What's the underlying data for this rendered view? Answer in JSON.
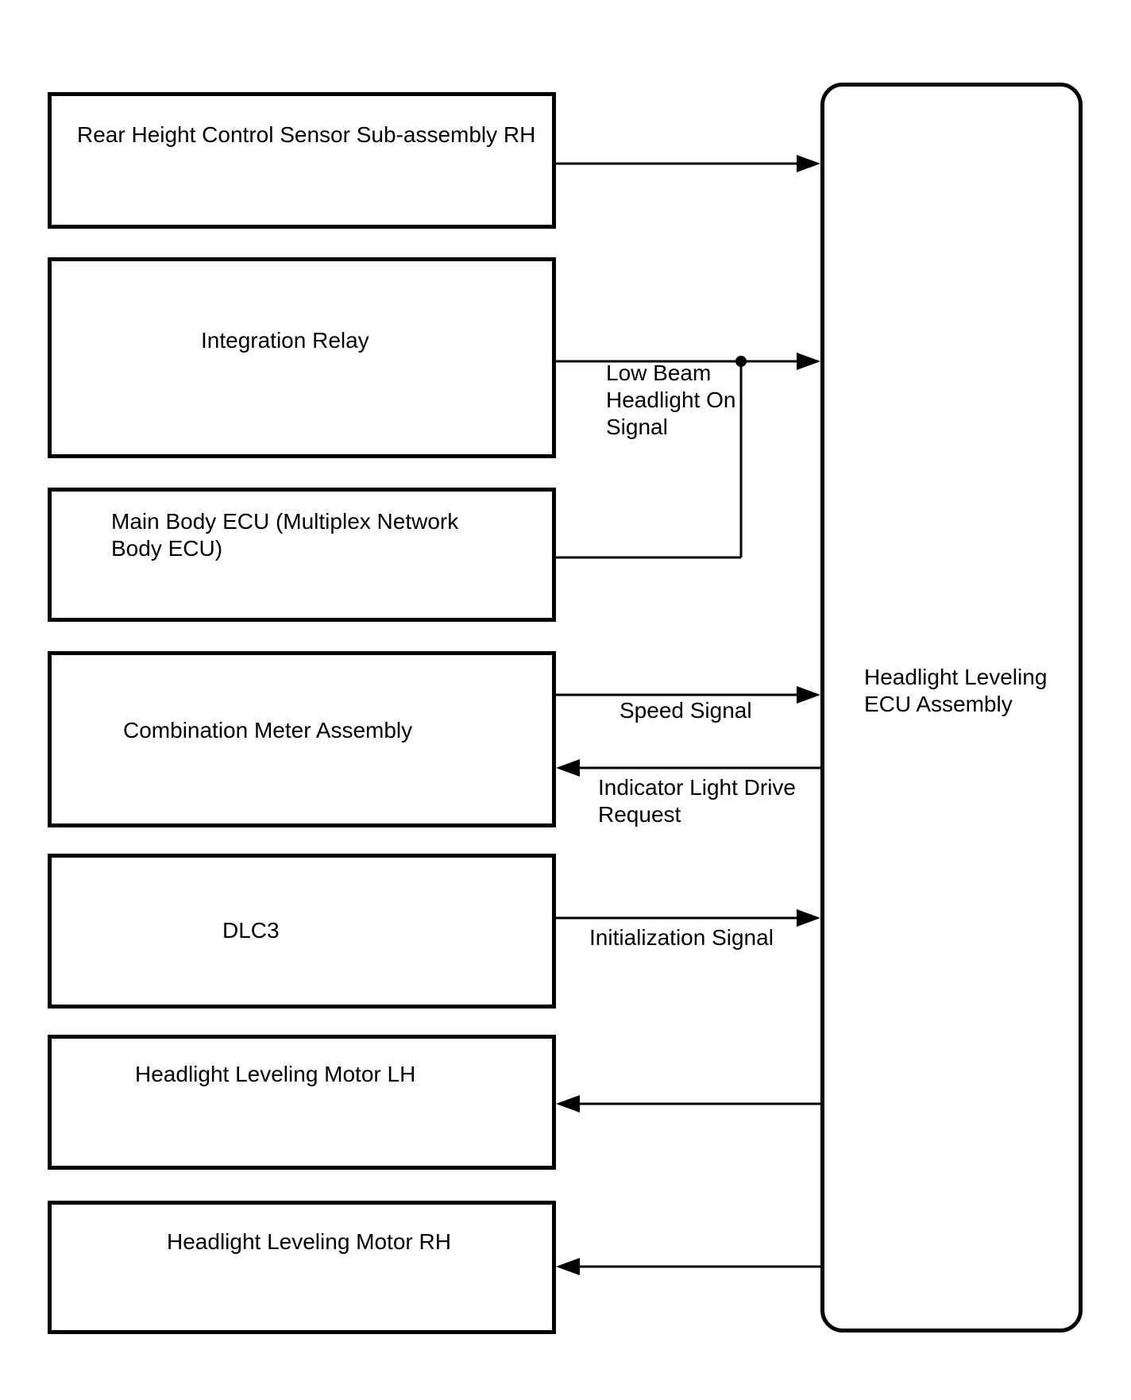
{
  "nodes": {
    "rear_height_sensor": {
      "label": "Rear Height Control Sensor Sub-assembly RH"
    },
    "integration_relay": {
      "label": "Integration Relay"
    },
    "main_body_ecu": {
      "line1": "Main Body ECU (Multiplex Network",
      "line2": "Body ECU)"
    },
    "combination_meter": {
      "label": "Combination Meter Assembly"
    },
    "dlc3": {
      "label": "DLC3"
    },
    "motor_lh": {
      "label": "Headlight Leveling Motor LH"
    },
    "motor_rh": {
      "label": "Headlight Leveling Motor RH"
    },
    "ecu": {
      "line1": "Headlight Leveling",
      "line2": "ECU Assembly"
    }
  },
  "signals": {
    "low_beam": {
      "line1": "Low Beam",
      "line2": "Headlight On",
      "line3": "Signal"
    },
    "speed": {
      "label": "Speed Signal"
    },
    "indicator": {
      "line1": "Indicator Light Drive",
      "line2": "Request"
    },
    "initialization": {
      "label": "Initialization Signal"
    }
  },
  "colors": {
    "stroke": "#000000",
    "background": "#ffffff"
  }
}
